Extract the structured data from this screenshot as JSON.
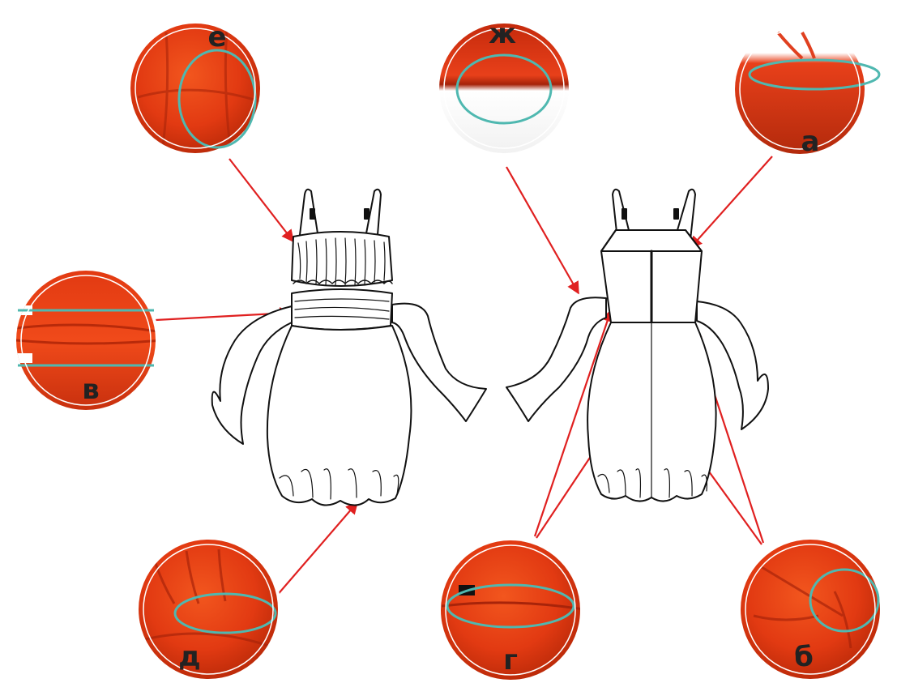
{
  "colors": {
    "background": "#ffffff",
    "fabric": "#e23a12",
    "fabric_dark": "#b62808",
    "fabric_light": "#f2561e",
    "arrow": "#e02020",
    "highlight": "#4fb8b0",
    "outline": "#111111",
    "ring": "#ffffff"
  },
  "callouts": {
    "a": {
      "letter": "а"
    },
    "b": {
      "letter": "б"
    },
    "v": {
      "letter": "в"
    },
    "g": {
      "letter": "г"
    },
    "d": {
      "letter": "д"
    },
    "e": {
      "letter": "е"
    },
    "zh": {
      "letter": "ж"
    }
  },
  "figures": {
    "front": {
      "icon": "dress-front-sketch"
    },
    "back": {
      "icon": "dress-back-sketch"
    }
  }
}
